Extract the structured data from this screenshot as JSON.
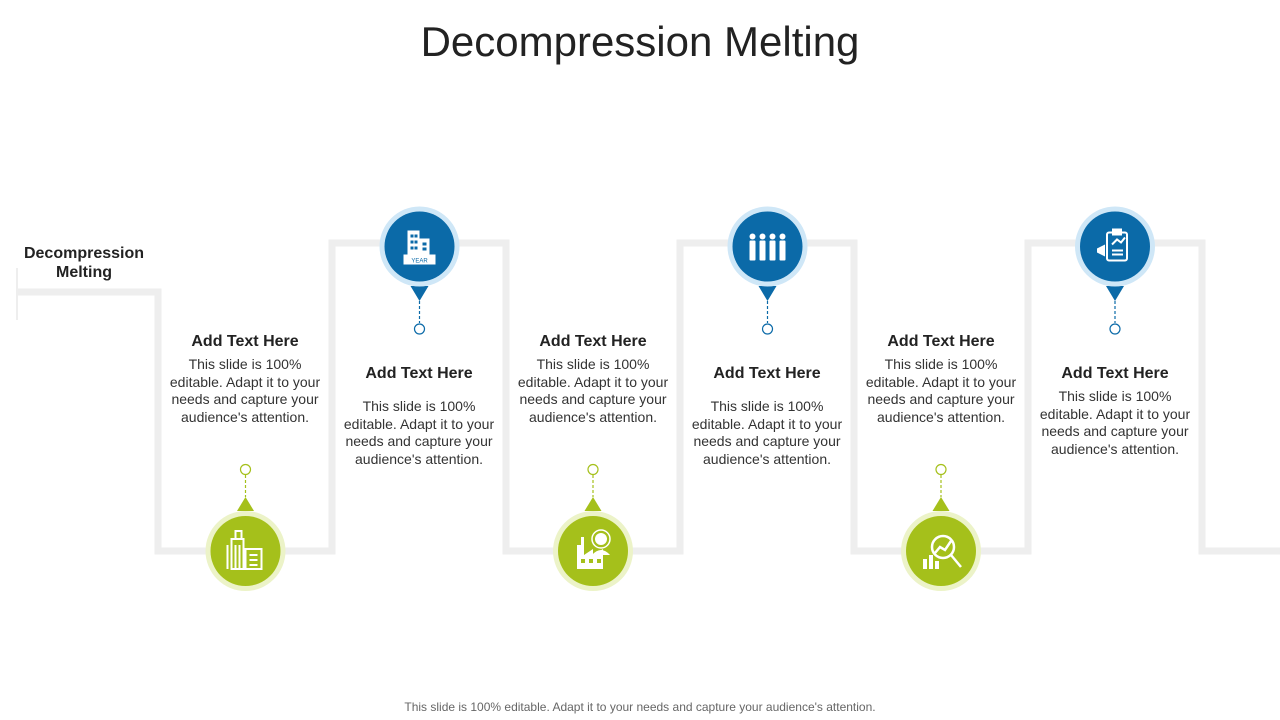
{
  "title": "Decompression Melting",
  "left_label": "Decompression Melting",
  "steps": [
    {
      "heading": "Add Text Here",
      "body": "This slide is 100% editable. Adapt it to your needs and capture your audience's attention.",
      "icon": "city-buildings-icon",
      "color": "#a5c01b"
    },
    {
      "heading": "Add Text Here",
      "body": "This slide is 100% editable. Adapt it to your needs and capture your audience's attention.",
      "icon": "building-calendar-icon",
      "color": "#0b6aa8"
    },
    {
      "heading": "Add Text Here",
      "body": "This slide is 100% editable. Adapt it to your needs and capture your audience's attention.",
      "icon": "factory-worker-icon",
      "color": "#a5c01b"
    },
    {
      "heading": "Add Text Here",
      "body": "This slide is 100% editable. Adapt it to your needs and capture your audience's attention.",
      "icon": "team-people-icon",
      "color": "#0b6aa8"
    },
    {
      "heading": "Add Text Here",
      "body": "This slide is 100% editable. Adapt it to your needs and capture your audience's attention.",
      "icon": "analysis-magnifier-icon",
      "color": "#a5c01b"
    },
    {
      "heading": "Add Text Here",
      "body": "This slide is 100% editable. Adapt it to your needs and capture your audience's attention.",
      "icon": "report-clipboard-icon",
      "color": "#0b6aa8"
    }
  ],
  "colors": {
    "green": "#a5c01b",
    "blue": "#0b6aa8",
    "track": "#eeeeee"
  },
  "footer": "This slide is 100% editable. Adapt it to your needs and capture your audience's attention."
}
